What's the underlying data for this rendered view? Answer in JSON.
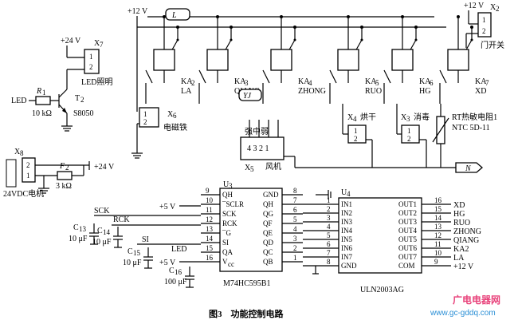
{
  "caption": "图3　功能控制电路",
  "watermark": {
    "line1": "广电电器网",
    "line2": "www.gc-gddq.com"
  },
  "power": {
    "vcc12_top": "+12 V",
    "vcc12_x2": "+12 V",
    "vcc24_x7": "+24 V",
    "vcc24_x8": "+24 V",
    "vcc5_a": "+5 V",
    "vcc5_b": "+5 V",
    "vcc12_com": "+12 V"
  },
  "nodes": {
    "l_node": "L",
    "n_node": "N",
    "yj": "YJ"
  },
  "led_circuit": {
    "label": "LED",
    "r1": "R",
    "r1_sub": "1",
    "r1_val": "10 kΩ",
    "t2": "T",
    "t2_sub": "2",
    "t2_type": "S8050",
    "x7": "X",
    "x7_sub": "7",
    "x7_pin1": "1",
    "x7_pin2": "2",
    "x7_name": "LED照明"
  },
  "motor": {
    "x8": "X",
    "x8_sub": "8",
    "pin2": "2",
    "pin1": "1",
    "f2": "F",
    "f2_sub": "2",
    "f2_val": "3 kΩ",
    "name": "24VDC电机"
  },
  "relays": [
    {
      "ka": "KA",
      "sub": "2",
      "name": "LA"
    },
    {
      "ka": "KA",
      "sub": "3",
      "name": "QIANG"
    },
    {
      "ka": "KA",
      "sub": "4",
      "name": "ZHONG"
    },
    {
      "ka": "KA",
      "sub": "5",
      "name": "RUO"
    },
    {
      "ka": "KA",
      "sub": "6",
      "name": "HG"
    },
    {
      "ka": "KA",
      "sub": "7",
      "name": "XD"
    }
  ],
  "x2": {
    "x": "X",
    "sub": "2",
    "pin1": "1",
    "pin2": "2",
    "name": "门开关"
  },
  "x6": {
    "x": "X",
    "sub": "6",
    "pin1": "1",
    "pin2": "2",
    "name": "电磁铁"
  },
  "x5": {
    "x": "X",
    "sub": "5",
    "pins": "4 3 2 1",
    "title": "强中弱",
    "name": "风机"
  },
  "x4": {
    "x": "X",
    "sub": "4",
    "name": "烘干",
    "pin1": "1",
    "pin2": "2"
  },
  "x3": {
    "x": "X",
    "sub": "3",
    "name": "消毒",
    "pin1": "1",
    "pin2": "2"
  },
  "rt": {
    "line1": "RT热敏电阻1",
    "line2": "NTC 5D-11"
  },
  "u3": {
    "ref": "U",
    "sub": "3",
    "part": "M74HC595B1",
    "left_nums": [
      "9",
      "10",
      "11",
      "12",
      "13",
      "14",
      "15",
      "16"
    ],
    "left_names": [
      "QH",
      "¯SCLR",
      "SCK",
      "RCK",
      "¯G",
      "SI",
      "QA",
      "V"
    ],
    "vcc_sub": "cc",
    "right_nums": [
      "8",
      "7",
      "6",
      "5",
      "4",
      "3",
      "2",
      "1"
    ],
    "right_names": [
      "GND",
      "QH",
      "QG",
      "QF",
      "QE",
      "QD",
      "QC",
      "QB"
    ]
  },
  "u4": {
    "ref": "U",
    "sub": "4",
    "part": "ULN2003AG",
    "left_nums": [
      "1",
      "2",
      "3",
      "4",
      "5",
      "6",
      "7",
      "8"
    ],
    "left_names": [
      "IN1",
      "IN2",
      "IN3",
      "IN4",
      "IN5",
      "IN6",
      "IN7",
      "GND"
    ],
    "right_names": [
      "OUT1",
      "OUT2",
      "OUT3",
      "OUT4",
      "OUT5",
      "OUT6",
      "OUT7",
      "COM"
    ],
    "right_nums": [
      "16",
      "15",
      "14",
      "13",
      "12",
      "11",
      "10",
      "9"
    ],
    "right_signals": [
      "XD",
      "HG",
      "RUO",
      "ZHONG",
      "QIANG",
      "KA2",
      "LA",
      "+12 V"
    ]
  },
  "signals": {
    "sck": "SCK",
    "rck": "RCK",
    "si": "SI",
    "led": "LED"
  },
  "caps": [
    {
      "c": "C",
      "sub": "13",
      "val": "10 μF"
    },
    {
      "c": "C",
      "sub": "14",
      "val": "10 μF"
    },
    {
      "c": "C",
      "sub": "15",
      "val": "10 μF"
    },
    {
      "c": "C",
      "sub": "16",
      "val": "100 μF"
    }
  ]
}
